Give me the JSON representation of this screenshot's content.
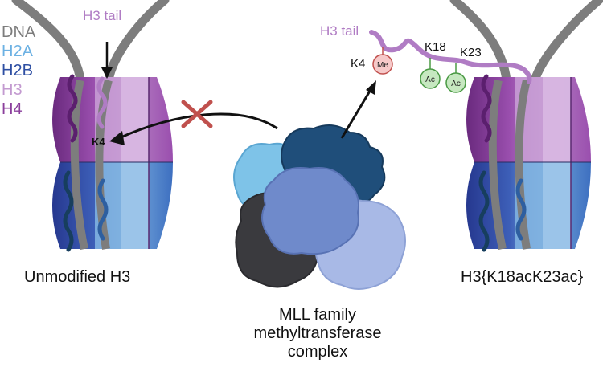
{
  "legend": {
    "dna": {
      "label": "DNA",
      "color": "#7d7d7d"
    },
    "h2a": {
      "label": "H2A",
      "color": "#6cb1e3"
    },
    "h2b": {
      "label": "H2B",
      "color": "#2e4fa3"
    },
    "h3": {
      "label": "H3",
      "color": "#c39ad0"
    },
    "h4": {
      "label": "H4",
      "color": "#8b3f9c"
    }
  },
  "left_nucleosome": {
    "tail_label": "H3 tail",
    "residue_label": "K4",
    "caption": "Unmodified H3"
  },
  "complex": {
    "caption_lines": [
      "MLL family",
      "methyltransferase",
      "complex"
    ]
  },
  "right_nucleosome": {
    "tail_label": "H3 tail",
    "k4_label": "K4",
    "k18_label": "K18",
    "k23_label": "K23",
    "me_mark": "Me",
    "ac_mark_1": "Ac",
    "ac_mark_2": "Ac",
    "caption": "H3{K18acK23ac}"
  },
  "colors": {
    "blocked_x": "#c0504d",
    "me_fill": "#f6c9c9",
    "ac_fill": "#c6e8c0"
  }
}
